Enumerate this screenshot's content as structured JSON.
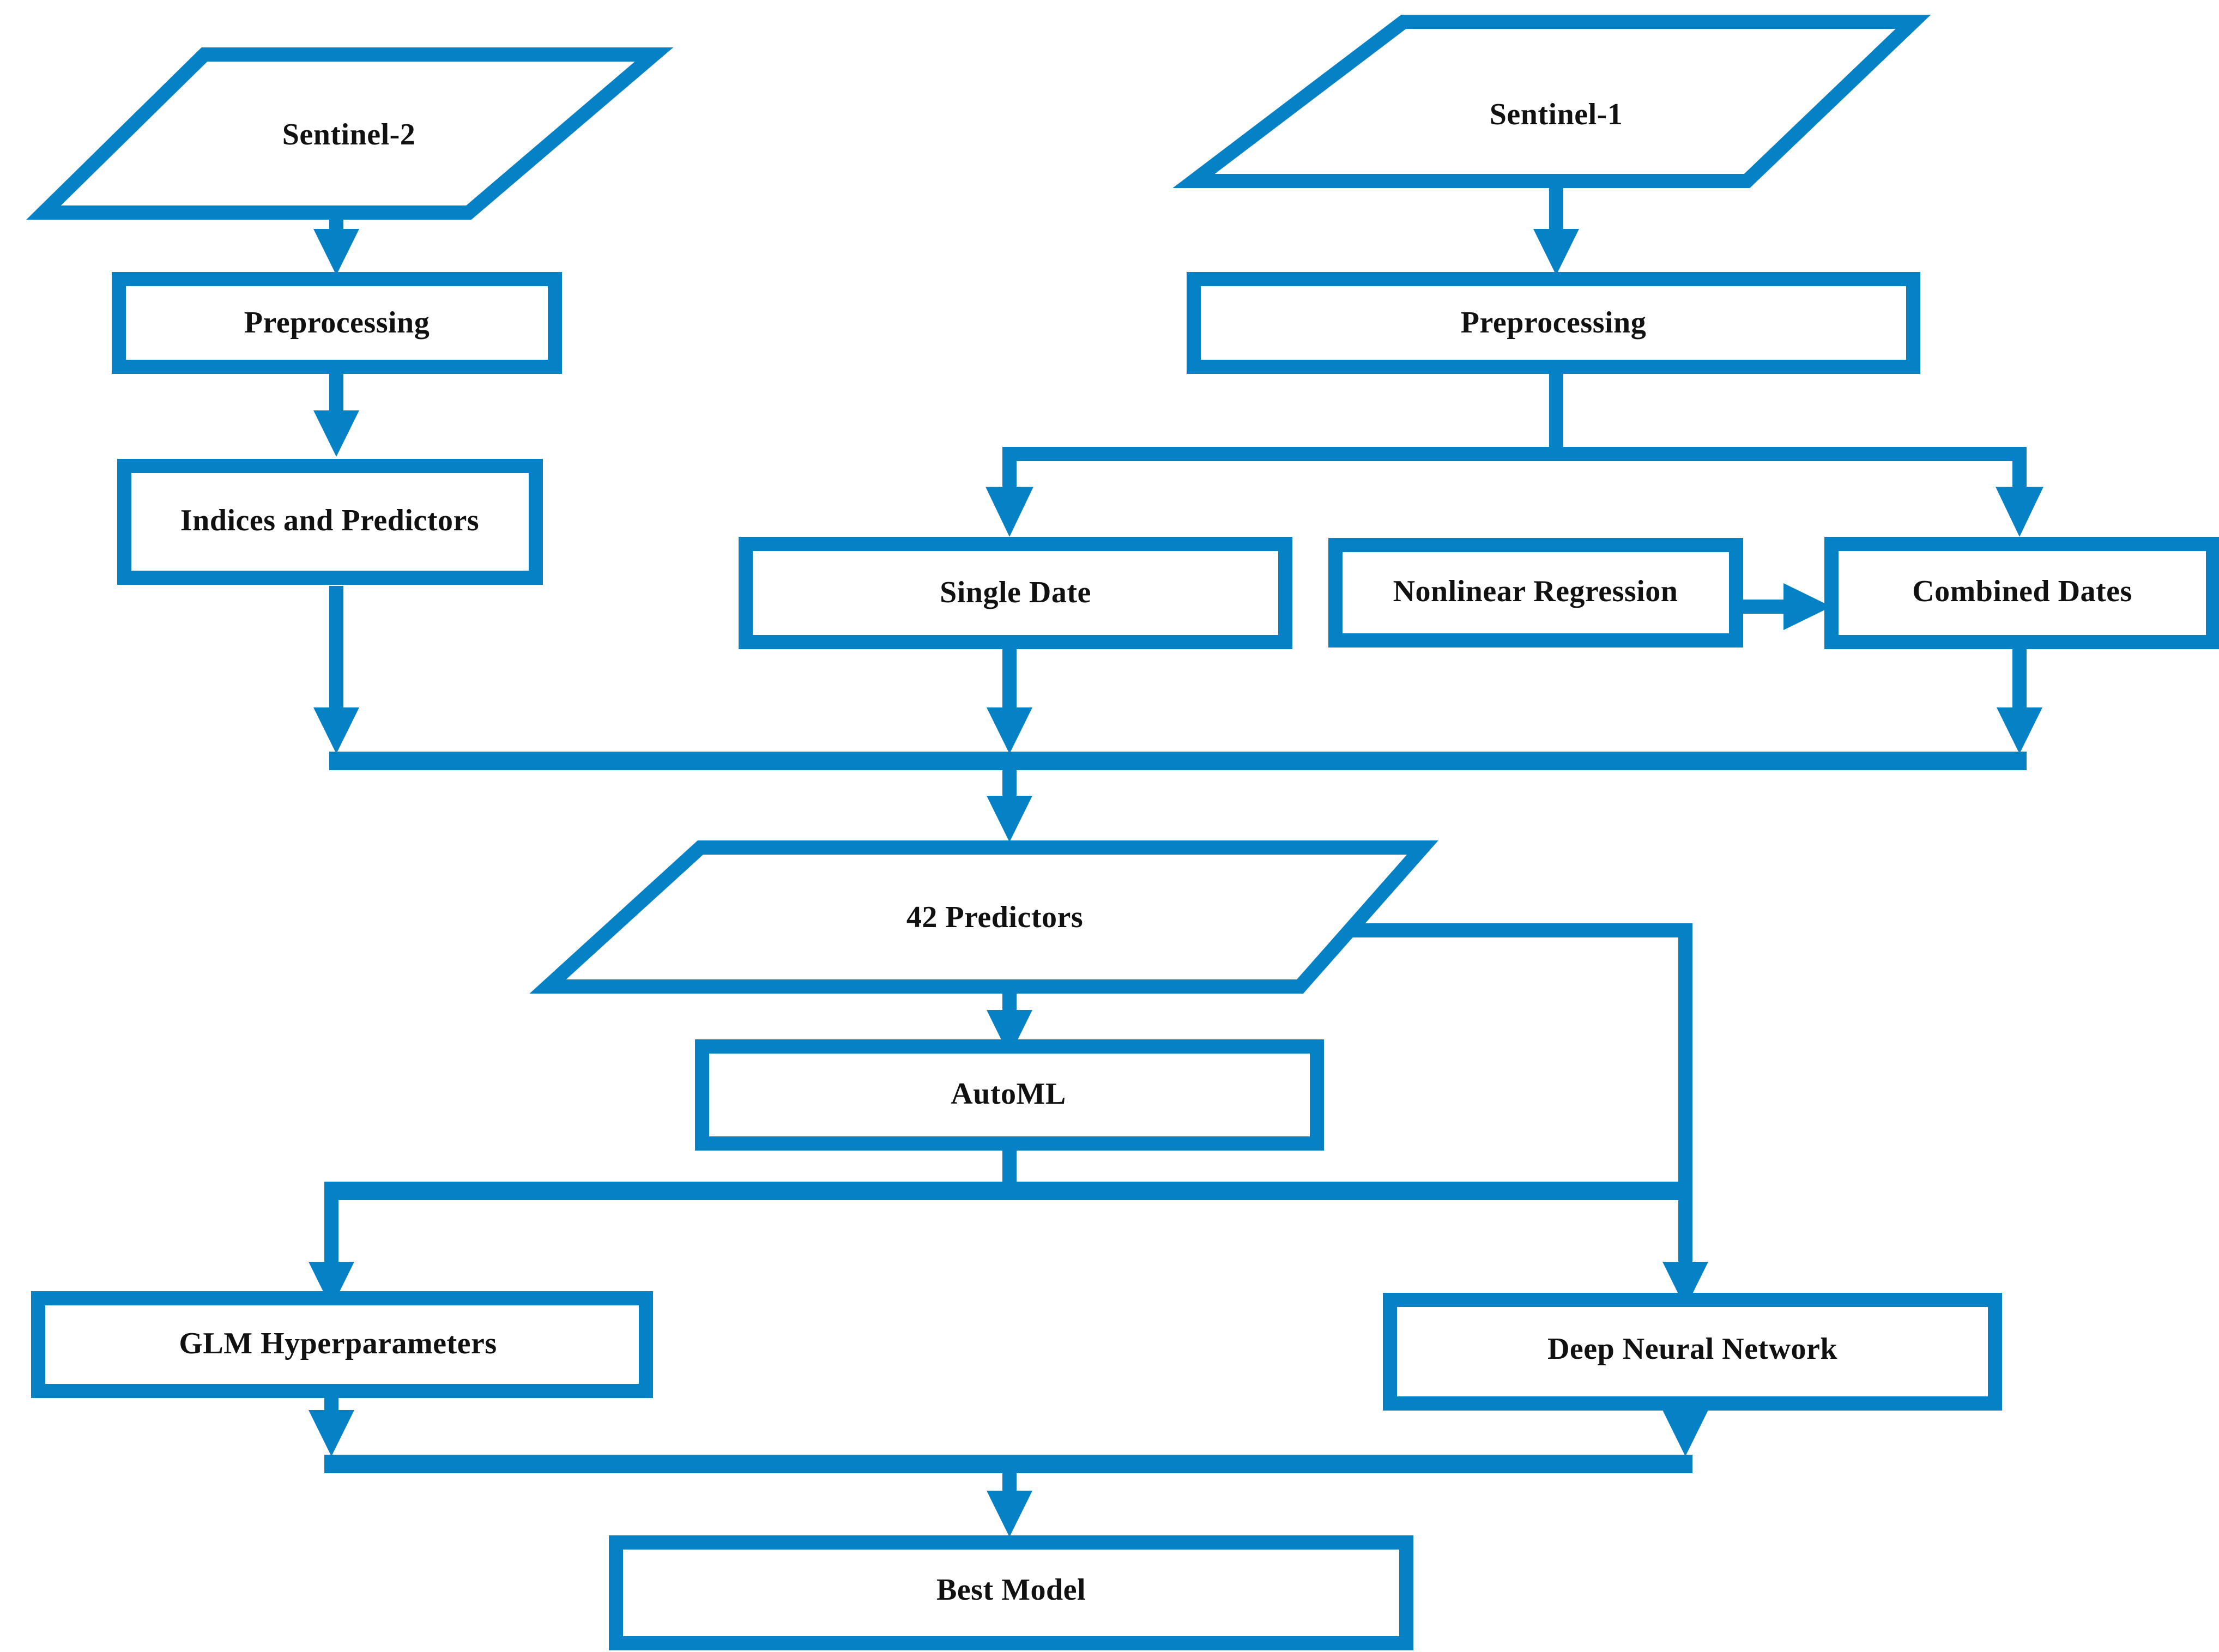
{
  "diagram": {
    "title": "Remote sensing AutoML workflow flowchart",
    "accent_color": "#0581C6",
    "background_color": "#FFFFFF",
    "text_color": "#111111",
    "nodes": [
      {
        "id": "sentinel2",
        "label": "Sentinel-2",
        "shape": "parallelogram"
      },
      {
        "id": "preproc2",
        "label": "Preprocessing",
        "shape": "rectangle"
      },
      {
        "id": "indices",
        "label": "Indices and Predictors",
        "shape": "rectangle"
      },
      {
        "id": "sentinel1",
        "label": "Sentinel-1",
        "shape": "parallelogram"
      },
      {
        "id": "preproc1",
        "label": "Preprocessing",
        "shape": "rectangle"
      },
      {
        "id": "singledate",
        "label": "Single Date",
        "shape": "rectangle"
      },
      {
        "id": "nonlinear",
        "label": "Nonlinear Regression",
        "shape": "rectangle"
      },
      {
        "id": "combined",
        "label": "Combined Dates",
        "shape": "rectangle"
      },
      {
        "id": "predictors",
        "label": "42 Predictors",
        "shape": "parallelogram"
      },
      {
        "id": "automl",
        "label": "AutoML",
        "shape": "rectangle"
      },
      {
        "id": "glm",
        "label": "GLM Hyperparameters",
        "shape": "rectangle"
      },
      {
        "id": "dnn",
        "label": "Deep Neural Network",
        "shape": "rectangle"
      },
      {
        "id": "best",
        "label": "Best Model",
        "shape": "rectangle"
      }
    ],
    "edges": [
      {
        "from": "sentinel2",
        "to": "preproc2"
      },
      {
        "from": "preproc2",
        "to": "indices"
      },
      {
        "from": "indices",
        "to": "predictors"
      },
      {
        "from": "sentinel1",
        "to": "preproc1"
      },
      {
        "from": "preproc1",
        "to": "singledate"
      },
      {
        "from": "preproc1",
        "to": "combined"
      },
      {
        "from": "nonlinear",
        "to": "combined"
      },
      {
        "from": "singledate",
        "to": "predictors"
      },
      {
        "from": "combined",
        "to": "predictors"
      },
      {
        "from": "predictors",
        "to": "automl"
      },
      {
        "from": "predictors",
        "to": "dnn"
      },
      {
        "from": "automl",
        "to": "glm"
      },
      {
        "from": "glm",
        "to": "best"
      },
      {
        "from": "dnn",
        "to": "best"
      }
    ]
  }
}
